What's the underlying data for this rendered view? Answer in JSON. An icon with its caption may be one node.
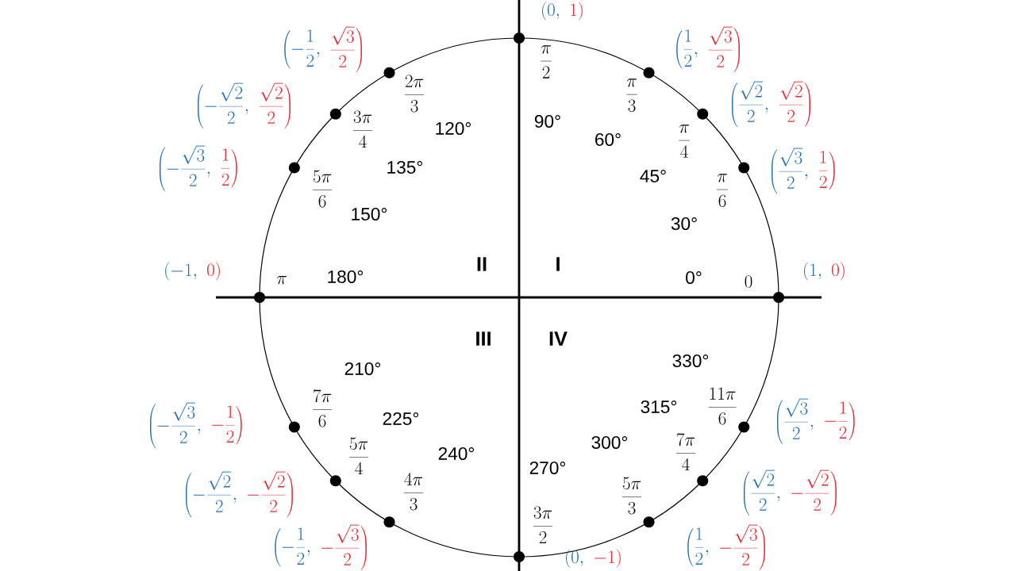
{
  "diagram": {
    "labels": [
      "\\left(0,\\right.",
      "\\left.1\\right)",
      "\\left(-\\frac{1}{2},\\right.",
      "\\left.\\frac{\\sqrt{3}}{2}\\right)",
      "\\frac{\\pi}{2}",
      "\\left(\\frac{1}{2},\\right.",
      "\\left.\\frac{\\sqrt{3}}{2}\\right)",
      "\\frac{2\\pi}{3}",
      "\\frac{\\pi}{3}",
      "\\left(-\\frac{\\sqrt{2}}{2},\\right.",
      "\\left.\\frac{\\sqrt{2}}{2}\\right)",
      "\\left(\\frac{\\sqrt{2}}{2},\\right.",
      "\\left.\\frac{\\sqrt{2}}{2}\\right)",
      "90°",
      "\\frac{3\\pi}{4}",
      "120°",
      "60°",
      "\\frac{\\pi}{4}",
      "\\left(-\\frac{\\sqrt{3}}{2},\\right.",
      "\\left.\\frac{1}{2}\\right)",
      "135°",
      "\\left(\\frac{\\sqrt{3}}{2},\\right.",
      "\\left.\\frac{1}{2}\\right)",
      "45°",
      "\\frac{5\\pi}{6}",
      "\\frac{\\pi}{6}",
      "150°",
      "30°",
      "\\left(-1,\\right.",
      "\\left.0\\right)",
      "\\pi",
      "180°",
      "II",
      "I",
      "0°",
      "0",
      "\\left(1,\\right.",
      "\\left.0\\right)",
      "III",
      "IV",
      "330°",
      "210°",
      "\\left(-\\frac{\\sqrt{3}}{2},\\right.",
      "\\left.-\\frac{1}{2}\\right)",
      "\\frac{7\\pi}{6}",
      "225°",
      "315°",
      "\\frac{11\\pi}{6}",
      "\\left(\\frac{\\sqrt{3}}{2},\\right.",
      "\\left.-\\frac{1}{2}\\right)",
      "\\frac{5\\pi}{4}",
      "240°",
      "300°",
      "\\frac{7\\pi}{4}",
      "270°",
      "\\left(-\\frac{\\sqrt{2}}{2},\\right.",
      "\\left.-\\frac{\\sqrt{2}}{2}\\right)",
      "\\frac{4\\pi}{3}",
      "\\frac{5\\pi}{3}",
      "\\left(\\frac{\\sqrt{2}}{2},\\right.",
      "\\left.-\\frac{\\sqrt{2}}{2}\\right)",
      "\\frac{3\\pi}{2}",
      "\\left(-\\frac{1}{2},\\right.",
      "\\left.-\\frac{\\sqrt{3}}{2}\\right)",
      "\\left(\\frac{1}{2},\\right.",
      "\\left.-\\frac{\\sqrt{3}}{2}\\right)",
      "\\left(0,\\right.",
      "\\left.-1\\right)"
    ]
  }
}
